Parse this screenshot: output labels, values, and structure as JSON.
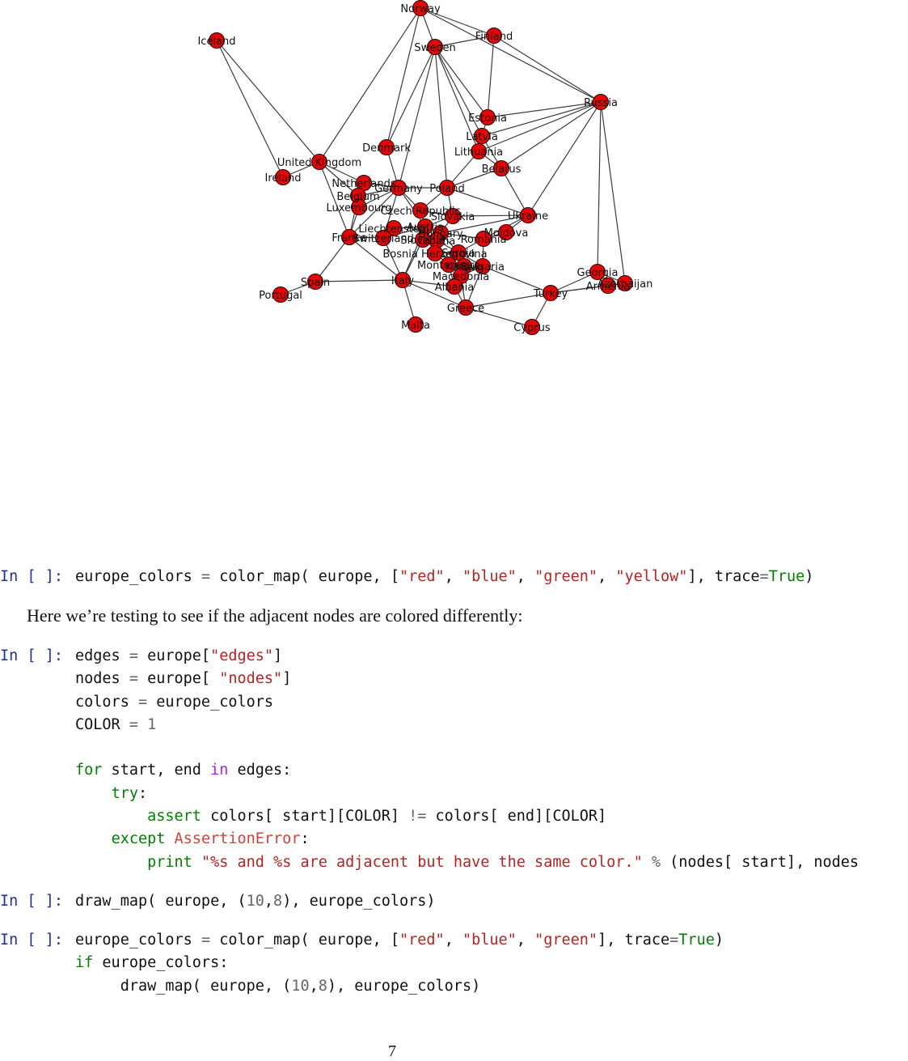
{
  "graph": {
    "nodes": [
      {
        "id": "Norway",
        "label": "Norway"
      },
      {
        "id": "Iceland",
        "label": "Iceland"
      },
      {
        "id": "Finland",
        "label": "Finland"
      },
      {
        "id": "Sweden",
        "label": "Sweden"
      },
      {
        "id": "Russia",
        "label": "Russia"
      },
      {
        "id": "Estonia",
        "label": "Estonia"
      },
      {
        "id": "Latvia",
        "label": "Latvia"
      },
      {
        "id": "Lithuania",
        "label": "Lithuania"
      },
      {
        "id": "Denmark",
        "label": "Denmark"
      },
      {
        "id": "Belarus",
        "label": "Belarus"
      },
      {
        "id": "UnitedKingdom",
        "label": "United Kingdom"
      },
      {
        "id": "Ireland",
        "label": "Ireland"
      },
      {
        "id": "Netherlands",
        "label": "Netherlands"
      },
      {
        "id": "Belgium",
        "label": "Belgium"
      },
      {
        "id": "Luxembourg",
        "label": "Luxembourg"
      },
      {
        "id": "Germany",
        "label": "Germany"
      },
      {
        "id": "Poland",
        "label": "Poland"
      },
      {
        "id": "CzechRepublic",
        "label": "Czech Republic"
      },
      {
        "id": "Slovakia",
        "label": "Slovakia"
      },
      {
        "id": "Ukraine",
        "label": "Ukraine"
      },
      {
        "id": "Liechtenstein",
        "label": "Liechtenstein"
      },
      {
        "id": "Austria",
        "label": "Austria"
      },
      {
        "id": "Hungary",
        "label": "Hungary"
      },
      {
        "id": "Moldova",
        "label": "Moldova"
      },
      {
        "id": "France",
        "label": "France"
      },
      {
        "id": "Switzerland",
        "label": "Switzerland"
      },
      {
        "id": "Slovenia",
        "label": "Slovenia"
      },
      {
        "id": "Croatia",
        "label": "Croatia"
      },
      {
        "id": "Romania",
        "label": "Romania"
      },
      {
        "id": "Bosnia",
        "label": "Bosnia Herzegovina"
      },
      {
        "id": "Serbia",
        "label": "Serbia"
      },
      {
        "id": "Montenegro",
        "label": "Montenegro"
      },
      {
        "id": "Kosovo",
        "label": "Kosovo"
      },
      {
        "id": "Bulgaria",
        "label": "Bulgaria"
      },
      {
        "id": "Macedonia",
        "label": "Macedonia"
      },
      {
        "id": "Albania",
        "label": "Albania"
      },
      {
        "id": "Spain",
        "label": "Spain"
      },
      {
        "id": "Portugal",
        "label": "Portugal"
      },
      {
        "id": "Italy",
        "label": "Italy"
      },
      {
        "id": "Georgia",
        "label": "Georgia"
      },
      {
        "id": "Armenia",
        "label": "Armenia"
      },
      {
        "id": "Azerbaijan",
        "label": "Azerbaijan"
      },
      {
        "id": "Turkey",
        "label": "Turkey"
      },
      {
        "id": "Greece",
        "label": "Greece"
      },
      {
        "id": "Cyprus",
        "label": "Cyprus"
      },
      {
        "id": "Malta",
        "label": "Malta"
      }
    ],
    "edges": [
      [
        "Norway",
        "Sweden"
      ],
      [
        "Norway",
        "Finland"
      ],
      [
        "Norway",
        "Russia"
      ],
      [
        "Norway",
        "UnitedKingdom"
      ],
      [
        "Norway",
        "Denmark"
      ],
      [
        "Iceland",
        "UnitedKingdom"
      ],
      [
        "Iceland",
        "Ireland"
      ],
      [
        "Finland",
        "Sweden"
      ],
      [
        "Finland",
        "Russia"
      ],
      [
        "Finland",
        "Estonia"
      ],
      [
        "Sweden",
        "Denmark"
      ],
      [
        "Sweden",
        "Germany"
      ],
      [
        "Sweden",
        "Poland"
      ],
      [
        "Sweden",
        "Estonia"
      ],
      [
        "Sweden",
        "Latvia"
      ],
      [
        "Sweden",
        "Lithuania"
      ],
      [
        "Russia",
        "Estonia"
      ],
      [
        "Russia",
        "Latvia"
      ],
      [
        "Russia",
        "Lithuania"
      ],
      [
        "Russia",
        "Belarus"
      ],
      [
        "Russia",
        "Ukraine"
      ],
      [
        "Russia",
        "Georgia"
      ],
      [
        "Russia",
        "Azerbaijan"
      ],
      [
        "Estonia",
        "Latvia"
      ],
      [
        "Latvia",
        "Lithuania"
      ],
      [
        "Latvia",
        "Belarus"
      ],
      [
        "Lithuania",
        "Belarus"
      ],
      [
        "Lithuania",
        "Poland"
      ],
      [
        "Denmark",
        "Germany"
      ],
      [
        "Belarus",
        "Poland"
      ],
      [
        "Belarus",
        "Ukraine"
      ],
      [
        "UnitedKingdom",
        "Ireland"
      ],
      [
        "UnitedKingdom",
        "Netherlands"
      ],
      [
        "UnitedKingdom",
        "Belgium"
      ],
      [
        "UnitedKingdom",
        "France"
      ],
      [
        "Netherlands",
        "Belgium"
      ],
      [
        "Netherlands",
        "Germany"
      ],
      [
        "Belgium",
        "Germany"
      ],
      [
        "Belgium",
        "Luxembourg"
      ],
      [
        "Belgium",
        "France"
      ],
      [
        "Luxembourg",
        "Germany"
      ],
      [
        "Luxembourg",
        "France"
      ],
      [
        "Germany",
        "Poland"
      ],
      [
        "Germany",
        "CzechRepublic"
      ],
      [
        "Germany",
        "Austria"
      ],
      [
        "Germany",
        "Switzerland"
      ],
      [
        "Germany",
        "France"
      ],
      [
        "Poland",
        "CzechRepublic"
      ],
      [
        "Poland",
        "Slovakia"
      ],
      [
        "Poland",
        "Ukraine"
      ],
      [
        "CzechRepublic",
        "Slovakia"
      ],
      [
        "CzechRepublic",
        "Austria"
      ],
      [
        "Slovakia",
        "Ukraine"
      ],
      [
        "Slovakia",
        "Hungary"
      ],
      [
        "Slovakia",
        "Austria"
      ],
      [
        "Ukraine",
        "Hungary"
      ],
      [
        "Ukraine",
        "Romania"
      ],
      [
        "Ukraine",
        "Moldova"
      ],
      [
        "Austria",
        "Switzerland"
      ],
      [
        "Austria",
        "Liechtenstein"
      ],
      [
        "Austria",
        "Hungary"
      ],
      [
        "Austria",
        "Slovenia"
      ],
      [
        "Austria",
        "Italy"
      ],
      [
        "Liechtenstein",
        "Switzerland"
      ],
      [
        "Hungary",
        "Romania"
      ],
      [
        "Hungary",
        "Serbia"
      ],
      [
        "Hungary",
        "Croatia"
      ],
      [
        "Hungary",
        "Slovenia"
      ],
      [
        "Moldova",
        "Romania"
      ],
      [
        "France",
        "Switzerland"
      ],
      [
        "France",
        "Italy"
      ],
      [
        "France",
        "Spain"
      ],
      [
        "Switzerland",
        "Italy"
      ],
      [
        "Slovenia",
        "Italy"
      ],
      [
        "Slovenia",
        "Croatia"
      ],
      [
        "Croatia",
        "Bosnia"
      ],
      [
        "Croatia",
        "Serbia"
      ],
      [
        "Croatia",
        "Montenegro"
      ],
      [
        "Romania",
        "Serbia"
      ],
      [
        "Romania",
        "Bulgaria"
      ],
      [
        "Bosnia",
        "Serbia"
      ],
      [
        "Bosnia",
        "Montenegro"
      ],
      [
        "Serbia",
        "Montenegro"
      ],
      [
        "Serbia",
        "Kosovo"
      ],
      [
        "Serbia",
        "Macedonia"
      ],
      [
        "Serbia",
        "Bulgaria"
      ],
      [
        "Montenegro",
        "Kosovo"
      ],
      [
        "Montenegro",
        "Albania"
      ],
      [
        "Kosovo",
        "Macedonia"
      ],
      [
        "Kosovo",
        "Albania"
      ],
      [
        "Bulgaria",
        "Macedonia"
      ],
      [
        "Bulgaria",
        "Greece"
      ],
      [
        "Bulgaria",
        "Turkey"
      ],
      [
        "Macedonia",
        "Greece"
      ],
      [
        "Macedonia",
        "Albania"
      ],
      [
        "Albania",
        "Greece"
      ],
      [
        "Albania",
        "Italy"
      ],
      [
        "Spain",
        "Portugal"
      ],
      [
        "Spain",
        "Italy"
      ],
      [
        "Italy",
        "Malta"
      ],
      [
        "Italy",
        "Greece"
      ],
      [
        "Georgia",
        "Armenia"
      ],
      [
        "Georgia",
        "Azerbaijan"
      ],
      [
        "Georgia",
        "Turkey"
      ],
      [
        "Armenia",
        "Azerbaijan"
      ],
      [
        "Armenia",
        "Turkey"
      ],
      [
        "Azerbaijan",
        "Turkey"
      ],
      [
        "Turkey",
        "Greece"
      ],
      [
        "Turkey",
        "Cyprus"
      ],
      [
        "Greece",
        "Cyprus"
      ]
    ]
  },
  "cells": {
    "c1": {
      "prompt": "In [ ]:",
      "lines": [
        [
          [
            "europe_colors ",
            ""
          ],
          [
            "=",
            "op"
          ],
          [
            " color_map( europe, [",
            ""
          ],
          [
            "\"red\"",
            "str"
          ],
          [
            ", ",
            ""
          ],
          [
            "\"blue\"",
            "str"
          ],
          [
            ", ",
            ""
          ],
          [
            "\"green\"",
            "str"
          ],
          [
            ", ",
            ""
          ],
          [
            "\"yellow\"",
            "str"
          ],
          [
            "], trace",
            ""
          ],
          [
            "=",
            "op"
          ],
          [
            "True",
            "kw"
          ],
          [
            ")",
            ""
          ]
        ]
      ]
    },
    "prose": "Here we’re testing to see if the adjacent nodes are colored differently:",
    "c2": {
      "prompt": "In [ ]:",
      "lines": [
        [
          [
            "edges ",
            ""
          ],
          [
            "=",
            "op"
          ],
          [
            " europe[",
            ""
          ],
          [
            "\"edges\"",
            "str"
          ],
          [
            "]",
            ""
          ]
        ],
        [
          [
            "nodes ",
            ""
          ],
          [
            "=",
            "op"
          ],
          [
            " europe[ ",
            ""
          ],
          [
            "\"nodes\"",
            "str"
          ],
          [
            "]",
            ""
          ]
        ],
        [
          [
            "colors ",
            ""
          ],
          [
            "=",
            "op"
          ],
          [
            " europe_colors",
            ""
          ]
        ],
        [
          [
            "COLOR ",
            ""
          ],
          [
            "=",
            "op"
          ],
          [
            " ",
            ""
          ],
          [
            "1",
            "num"
          ]
        ],
        [],
        [
          [
            "for",
            "kw"
          ],
          [
            " start, end ",
            ""
          ],
          [
            "in",
            "kwin"
          ],
          [
            " edges:",
            ""
          ]
        ],
        [
          [
            "    ",
            ""
          ],
          [
            "try",
            "kw"
          ],
          [
            ":",
            ""
          ]
        ],
        [
          [
            "        ",
            ""
          ],
          [
            "assert",
            "kw"
          ],
          [
            " colors[ start][COLOR] ",
            ""
          ],
          [
            "!=",
            "op"
          ],
          [
            " colors[ end][COLOR]",
            ""
          ]
        ],
        [
          [
            "    ",
            ""
          ],
          [
            "except",
            "kw"
          ],
          [
            " ",
            ""
          ],
          [
            "AssertionError",
            "exc"
          ],
          [
            ":",
            ""
          ]
        ],
        [
          [
            "        ",
            ""
          ],
          [
            "print",
            "kw"
          ],
          [
            " ",
            ""
          ],
          [
            "\"%s and %s are adjacent but have the same color.\"",
            "str"
          ],
          [
            " ",
            ""
          ],
          [
            "%",
            "op"
          ],
          [
            " (nodes[ start], nodes",
            ""
          ]
        ]
      ]
    },
    "c3": {
      "prompt": "In [ ]:",
      "lines": [
        [
          [
            "draw_map( europe, (",
            ""
          ],
          [
            "10",
            "num"
          ],
          [
            ",",
            ""
          ],
          [
            "8",
            "num"
          ],
          [
            "), europe_colors)",
            ""
          ]
        ]
      ]
    },
    "c4": {
      "prompt": "In [ ]:",
      "lines": [
        [
          [
            "europe_colors ",
            ""
          ],
          [
            "=",
            "op"
          ],
          [
            " color_map( europe, [",
            ""
          ],
          [
            "\"red\"",
            "str"
          ],
          [
            ", ",
            ""
          ],
          [
            "\"blue\"",
            "str"
          ],
          [
            ", ",
            ""
          ],
          [
            "\"green\"",
            "str"
          ],
          [
            "], trace",
            ""
          ],
          [
            "=",
            "op"
          ],
          [
            "True",
            "kw"
          ],
          [
            ")",
            ""
          ]
        ],
        [
          [
            "if",
            "kw"
          ],
          [
            " europe_colors:",
            ""
          ]
        ],
        [
          [
            "     draw_map( europe, (",
            ""
          ],
          [
            "10",
            "num"
          ],
          [
            ",",
            ""
          ],
          [
            "8",
            "num"
          ],
          [
            "), europe_colors)",
            ""
          ]
        ]
      ]
    }
  },
  "page_number": "7"
}
